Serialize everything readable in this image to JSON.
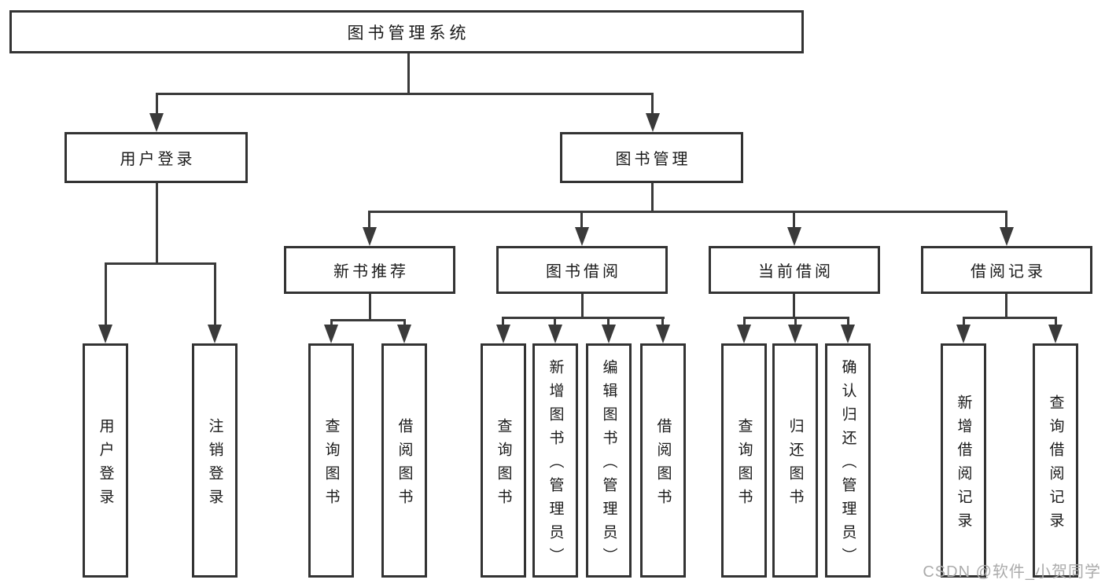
{
  "colors": {
    "background": "#ffffff",
    "line": "#3a3a3a",
    "box_border": "#333333",
    "box_fill": "#ffffff",
    "text": "#1a1a1a",
    "watermark": "#ababab"
  },
  "tree": {
    "root": {
      "label": "图书管理系统"
    },
    "user_module": {
      "label": "用户登录",
      "children": [
        {
          "label": "用户登录"
        },
        {
          "label": "注销登录"
        }
      ]
    },
    "book_module": {
      "label": "图书管理",
      "sections": [
        {
          "label": "新书推荐",
          "children": [
            {
              "label": "查询图书"
            },
            {
              "label": "借阅图书"
            }
          ]
        },
        {
          "label": "图书借阅",
          "children": [
            {
              "label": "查询图书"
            },
            {
              "label": "新增图书（管理员）"
            },
            {
              "label": "编辑图书（管理员）"
            },
            {
              "label": "借阅图书"
            }
          ]
        },
        {
          "label": "当前借阅",
          "children": [
            {
              "label": "查询图书"
            },
            {
              "label": "归还图书"
            },
            {
              "label": "确认归还（管理员）"
            }
          ]
        },
        {
          "label": "借阅记录",
          "children": [
            {
              "label": "新增借阅记录"
            },
            {
              "label": "查询借阅记录"
            }
          ]
        }
      ]
    }
  },
  "watermark": {
    "text": "CSDN @软件_小贺同学"
  }
}
